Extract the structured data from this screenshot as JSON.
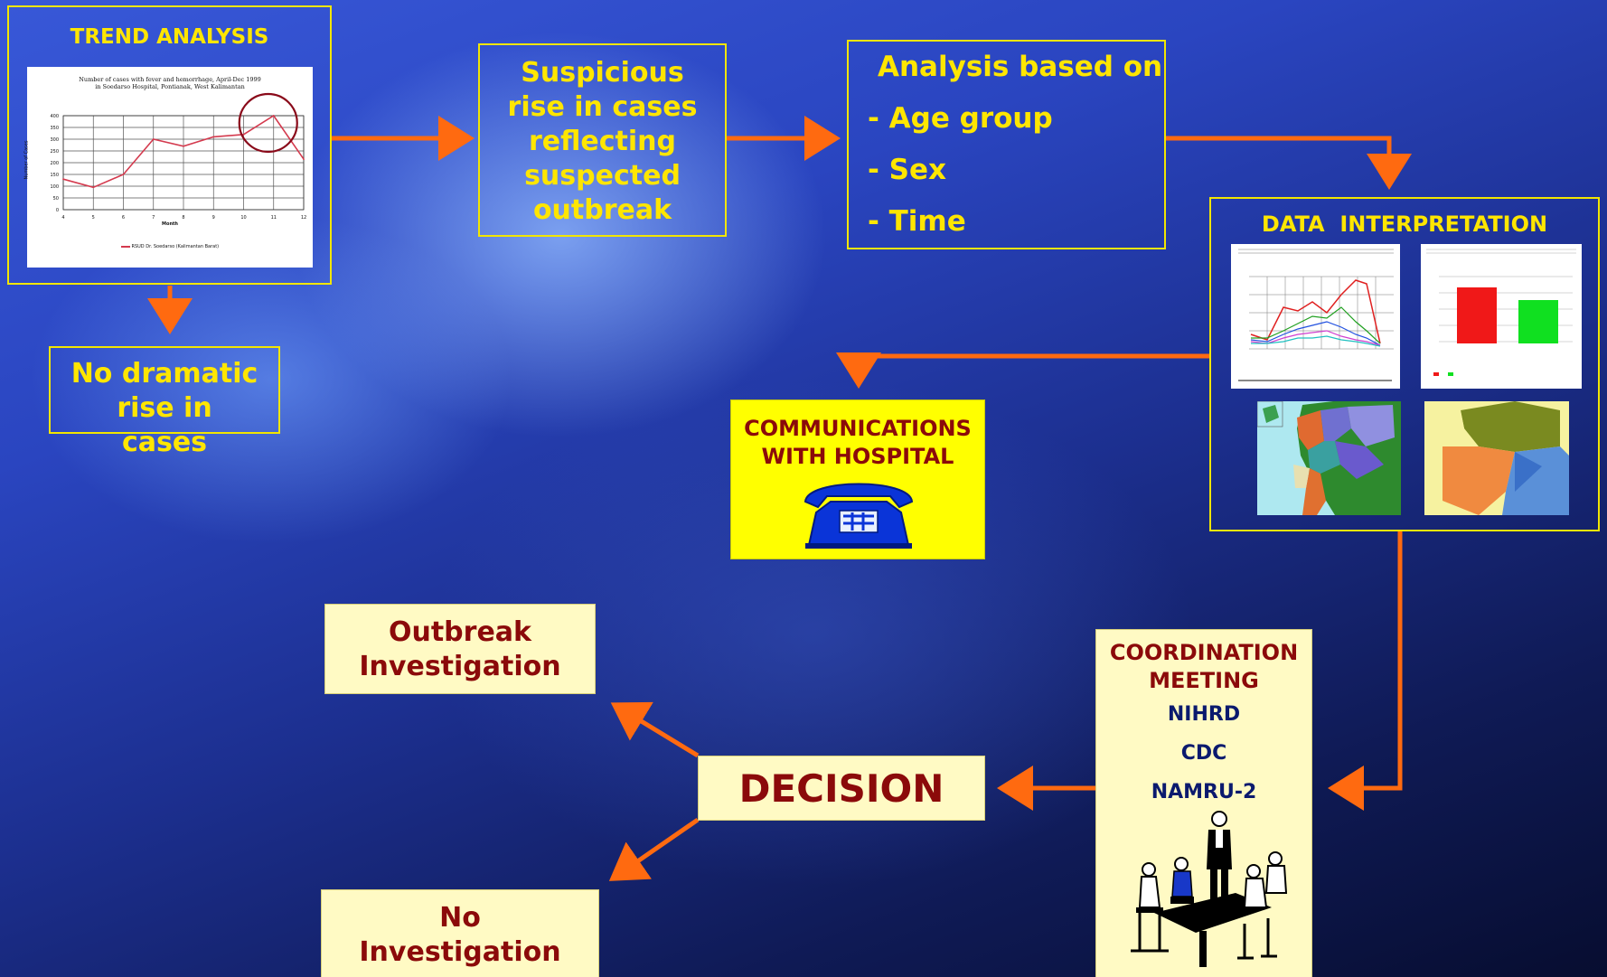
{
  "colors": {
    "arrow": "#ff6a10",
    "yellow_text": "#ffe600",
    "dark_red_text": "#8b0a0a",
    "navy_text": "#0b1a6e",
    "cream_bg": "#fffac4"
  },
  "trend": {
    "title": "TREND ANALYSIS",
    "chart": {
      "title_line1": "Number of cases with fever and hemorrhage, April-Dec 1999",
      "title_line2": "in Soedarso Hospital, Pontianak, West Kalimantan",
      "ylabel": "Number of Cases",
      "xlabel": "Month",
      "legend": "RSUD Dr. Soedarso (Kalimantan Barat)",
      "y_ticks": [
        "400",
        "350",
        "300",
        "250",
        "200",
        "150",
        "100",
        "50",
        "0"
      ],
      "x_ticks": [
        "4",
        "5",
        "6",
        "7",
        "8",
        "9",
        "10",
        "11",
        "12"
      ]
    }
  },
  "chart_data": {
    "type": "line",
    "title": "Number of cases with fever and hemorrhage, April-Dec 1999 in Soedarso Hospital, Pontianak, West Kalimantan",
    "xlabel": "Month",
    "ylabel": "Number of Cases",
    "x": [
      4,
      5,
      6,
      7,
      8,
      9,
      10,
      11,
      12
    ],
    "series": [
      {
        "name": "RSUD Dr. Soedarso (Kalimantan Barat)",
        "values": [
          130,
          95,
          150,
          300,
          270,
          310,
          320,
          400,
          215
        ]
      }
    ],
    "ylim": [
      0,
      400
    ]
  },
  "no_rise": {
    "text": "No dramatic rise in cases"
  },
  "suspicious": {
    "text": "Suspicious rise in cases reflecting suspected outbreak"
  },
  "analysis": {
    "title": "Analysis based on",
    "items": [
      "- Age group",
      "- Sex",
      "- Time"
    ]
  },
  "interpretation": {
    "title": "DATA  INTERPRETATION"
  },
  "communications": {
    "line1": "COMMUNICATIONS",
    "line2": "WITH HOSPITAL"
  },
  "coordination": {
    "line1": "COORDINATION",
    "line2": "MEETING",
    "orgs": [
      "NIHRD",
      "CDC",
      "NAMRU-2"
    ]
  },
  "decision": {
    "text": "DECISION"
  },
  "outbreak": {
    "line1": "Outbreak",
    "line2": "Investigation"
  },
  "no_investigation": {
    "line1": "No",
    "line2": "Investigation"
  }
}
